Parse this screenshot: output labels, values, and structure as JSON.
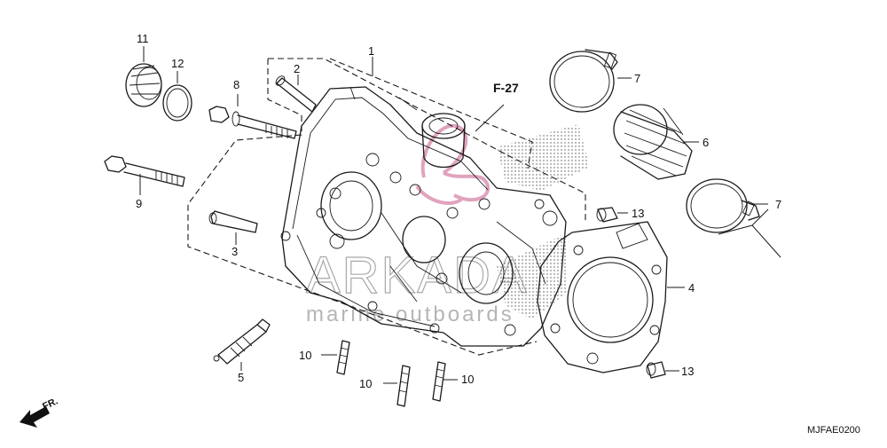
{
  "diagram": {
    "callouts": [
      "1",
      "2",
      "3",
      "4",
      "5",
      "6",
      "7",
      "7",
      "8",
      "9",
      "10",
      "10",
      "10",
      "11",
      "12",
      "13",
      "13"
    ],
    "reference": "F-27",
    "front_marker": "FR.",
    "drawing_code": "MJFAE0200",
    "watermark": {
      "main": "ARKADA",
      "sub": "marine outboards"
    },
    "colors": {
      "line": "#1a1a1a",
      "logo": "#e0a3be",
      "watermark": "#a9a9a9"
    }
  }
}
